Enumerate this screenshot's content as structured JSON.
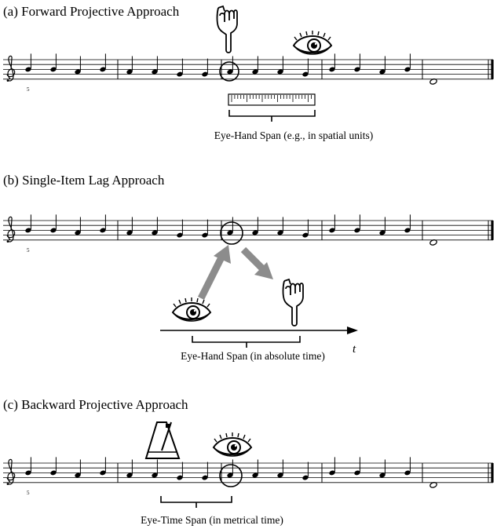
{
  "panels": [
    {
      "id": "a",
      "title": "(a) Forward Projective Approach",
      "measure_number": "5",
      "span_label": "Eye-Hand Span (e.g., in spatial units)",
      "icons": [
        "pointing-hand-icon",
        "eye-icon",
        "ruler-icon"
      ]
    },
    {
      "id": "b",
      "title": "(b) Single-Item Lag Approach",
      "measure_number": "5",
      "span_label": "Eye-Hand Span (in absolute time)",
      "axis_label": "t",
      "icons": [
        "eye-icon",
        "arrow-up-icon",
        "arrow-down-icon",
        "pointing-hand-icon",
        "time-axis-arrow-icon"
      ]
    },
    {
      "id": "c",
      "title": "(c) Backward Projective Approach",
      "measure_number": "5",
      "span_label": "Eye-Time Span (in metrical time)",
      "icons": [
        "metronome-icon",
        "eye-icon"
      ]
    }
  ],
  "colors": {
    "ink": "#000000",
    "arrow": "#8c8c8c",
    "background": "#ffffff"
  }
}
